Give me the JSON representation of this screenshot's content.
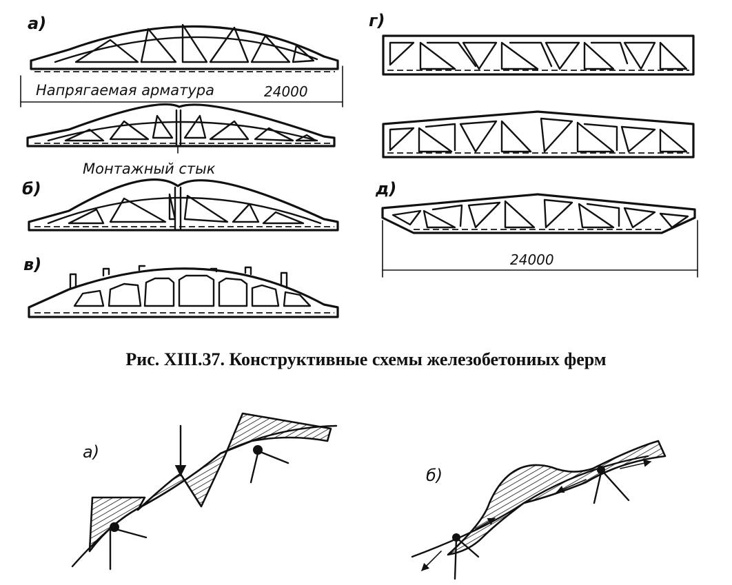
{
  "figure": {
    "caption": "Рис. XIII.37. Конструктивные схемы железобетониых ферм"
  },
  "truss_schemes": {
    "a": {
      "letter": "а)",
      "tendon_label": "Напрягаемая арматура",
      "span": "24000",
      "joint_label": "Монтажный стык"
    },
    "b": {
      "letter": "б)"
    },
    "v": {
      "letter": "в)"
    },
    "g": {
      "letter": "г)"
    },
    "d": {
      "letter": "д)",
      "span": "24000"
    }
  },
  "moment_diagrams": {
    "a": {
      "letter": "а)"
    },
    "b": {
      "letter": "б)"
    }
  }
}
